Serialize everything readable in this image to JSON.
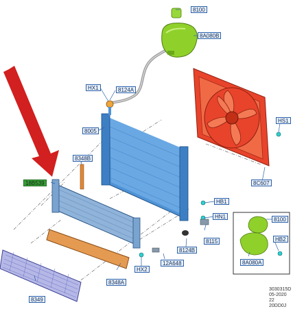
{
  "labels": {
    "c8100_top": "8100",
    "c8A080B": "8A080B",
    "hx1": "HX1",
    "c8124A": "8124A",
    "c8005": "8005",
    "hs1": "HS1",
    "c8C607": "8C607",
    "c8348B": "8348B",
    "c18B539": "18B539",
    "hb1": "HB1",
    "hn1": "HN1",
    "c8115": "8115",
    "c8124B": "8124B",
    "hx2": "HX2",
    "c12A648": "12A648",
    "c8348A": "8348A",
    "c8349": "8349",
    "c8100_inset": "8100",
    "hb2": "HB2",
    "c8A080A": "8A080A"
  },
  "stamp": {
    "line1": "3030315D",
    "line2": "05-2020 22",
    "line3": "20DD0J"
  },
  "colors": {
    "radiator": "#4f93d6",
    "fan": "#e8442b",
    "reservoir": "#8fd12a",
    "cooler": "#8fb3d9",
    "pad": "#e59a52",
    "grille": "#8a8fd0",
    "arrow": "#d21f1f",
    "highlight_label": "#3a9d3a"
  }
}
